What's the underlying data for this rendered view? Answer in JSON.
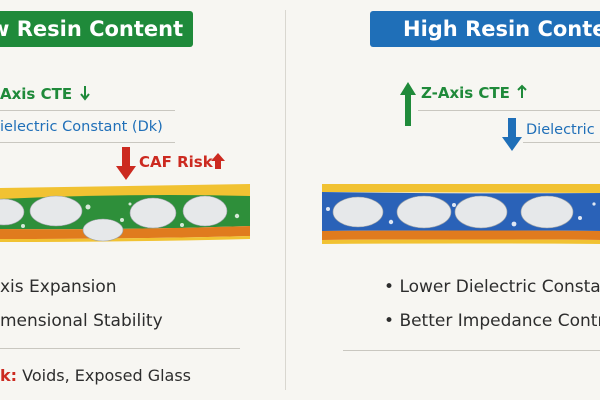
{
  "colors": {
    "green": "#1f8a3a",
    "blue": "#1f6fb8",
    "red": "#cc2a20",
    "text": "#2d2d2d",
    "copper": "#e07b1e",
    "resin_green": "#2e8f3a",
    "resin_blue": "#2a62b8"
  },
  "left": {
    "banner": "w Resin Content",
    "z_axis": "Axis CTE",
    "dielectric": "ielectric Constant (Dk)",
    "caf": "CAF Risk",
    "bullets": [
      "xis Expansion",
      "mensional Stability"
    ],
    "risk_label": "k:",
    "risk_text": "Voids, Exposed Glass",
    "icons": {
      "z_axis": "arrow-down-icon",
      "caf_left": "arrow-down-icon",
      "caf_right": "arrow-up-icon"
    }
  },
  "right": {
    "banner": "High Resin Content",
    "z_axis": "Z-Axis CTE",
    "dielectric": "Dielectric C",
    "bullets": [
      "Lower Dielectric Consta",
      "Better Impedance Contro"
    ],
    "icons": {
      "z_axis_big": "arrow-up-icon",
      "z_axis_small": "arrow-up-icon",
      "dielectric": "arrow-down-icon"
    }
  }
}
